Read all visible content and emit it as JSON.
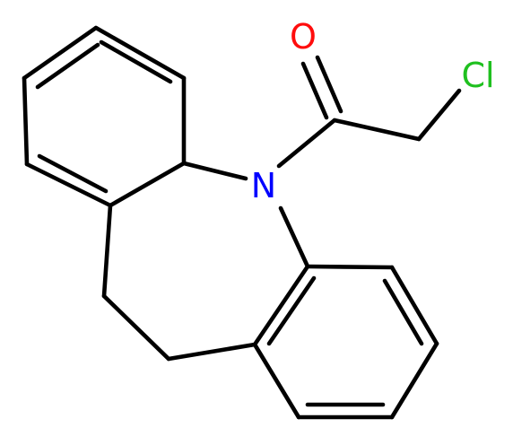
{
  "molecule": {
    "atoms": {
      "oxygen": {
        "symbol": "O",
        "color": "#ff0d0d"
      },
      "chlorine": {
        "symbol": "Cl",
        "color": "#1fc01f"
      },
      "nitrogen": {
        "symbol": "N",
        "color": "#0000ff"
      }
    },
    "bond_color": "#000000",
    "background": "#ffffff"
  }
}
